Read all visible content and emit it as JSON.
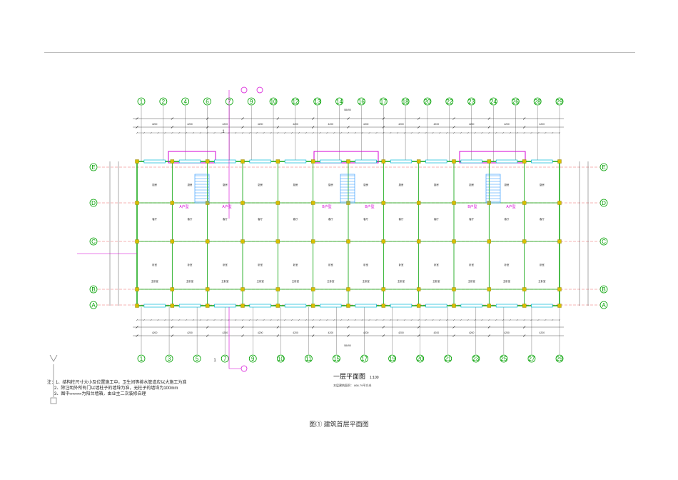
{
  "colors": {
    "wall": "#00a000",
    "dimension": "#2a2a2a",
    "window": "#00b8d8",
    "column": "#d8c000",
    "grid_red": "#e00000",
    "pipe_magenta": "#d400d4",
    "stair": "#1e90ff"
  },
  "axes_top": [
    "1",
    "2",
    "4",
    "6",
    "7",
    "9",
    "10",
    "12",
    "13",
    "14",
    "16",
    "17",
    "18",
    "20",
    "22",
    "23",
    "24",
    "26",
    "28",
    "29"
  ],
  "axes_bottom": [
    "1",
    "3",
    "5",
    "7",
    "9",
    "10",
    "11",
    "15",
    "17",
    "19",
    "20",
    "21",
    "23",
    "25",
    "27",
    "29"
  ],
  "axes_rows": [
    "E",
    "D",
    "C",
    "B",
    "A"
  ],
  "overall_dimension": "58490",
  "segment_dimensions": [
    "4200",
    "4200",
    "4200",
    "4200",
    "4200",
    "4200",
    "4200",
    "4200",
    "4200",
    "4200",
    "4200",
    "4200"
  ],
  "room_labels": {
    "living": "客厅",
    "bedroom": "卧室",
    "master": "主卧室",
    "kitchen": "厨房",
    "bath": "卫生间",
    "stair": "楼梯"
  },
  "unit_tags": [
    "A户型",
    "A户型",
    "B户型",
    "B户型",
    "B户型",
    "A户型"
  ],
  "pipe_tags": [
    "1",
    "1"
  ],
  "notes": [
    "注：1、结构柱尺寸大小及位置施工中，卫生间等排水管道应以大施工为准",
    "2、除注明外所有门以墙柱子的墙垛为准，无柱子的墙垛为100mm",
    "3、图中∞∞∞∞为阳台墙箱，由业主二次装修自理"
  ],
  "title": {
    "main": "一层平面图",
    "scale": "1:100",
    "sub": "本层建筑面积： 866.79平方米"
  },
  "caption": "图① 建筑首层平面图"
}
